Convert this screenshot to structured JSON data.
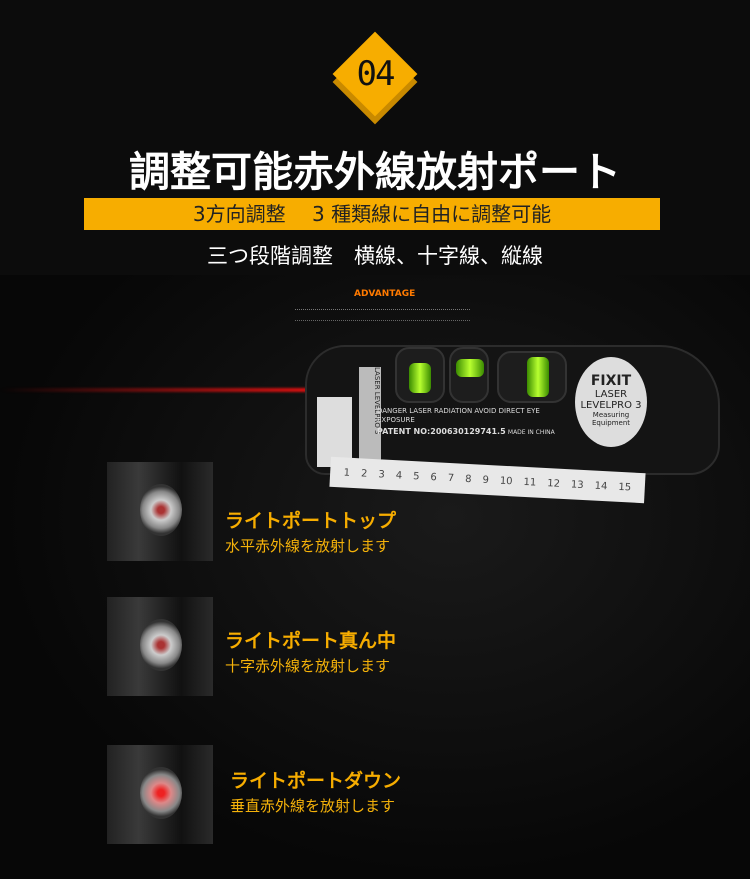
{
  "badge": "04",
  "title": "調整可能赤外線放射ポート",
  "band": "3方向調整　 3 種類線に自由に調整可能",
  "subtitle": "三つ段階調整　横線、十字線、縦線",
  "photo": {
    "advantage": "ADVANTAGE",
    "dial": {
      "brand": "FIXIT",
      "line1": "LASER",
      "line2": "LEVELPRO 3",
      "line3": "Measuring Equipment"
    },
    "warning": "DANGER LASER RADIATION AVOID DIRECT EYE EXPOSURE",
    "patent": "PATENT NO:200630129741.5",
    "made": "MADE IN CHINA",
    "side": "LASER LEVELPRO 3",
    "ruler": [
      "1",
      "2",
      "3",
      "4",
      "5",
      "6",
      "7",
      "8",
      "9",
      "10",
      "11",
      "12",
      "13",
      "14",
      "15"
    ]
  },
  "features": [
    {
      "heading": "ライトポートトップ",
      "text": "水平赤外線を放射します"
    },
    {
      "heading": "ライトポート真ん中",
      "text": "十字赤外線を放射します"
    },
    {
      "heading": "ライトポートダウン",
      "text": "垂直赤外線を放射します"
    }
  ],
  "colors": {
    "accent": "#f7ad00",
    "background": "#0c0c0c",
    "laser": "#e01010"
  }
}
